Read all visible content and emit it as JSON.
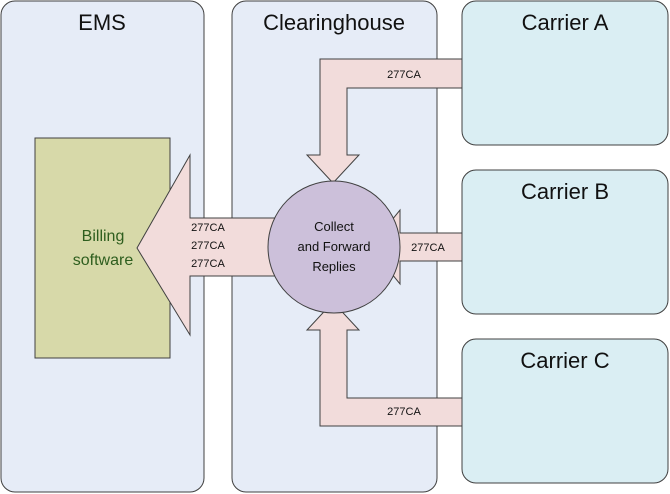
{
  "columns": {
    "ems": {
      "title": "EMS"
    },
    "clearinghouse": {
      "title": "Clearinghouse"
    }
  },
  "carriers": [
    {
      "title": "Carrier A"
    },
    {
      "title": "Carrier B"
    },
    {
      "title": "Carrier C"
    }
  ],
  "billing": {
    "line1": "Billing",
    "line2": "software"
  },
  "hub": {
    "line1": "Collect",
    "line2": "and Forward",
    "line3": "Replies"
  },
  "arrows": {
    "from_carrier_a": "277CA",
    "from_carrier_b": "277CA",
    "from_carrier_c": "277CA",
    "to_billing": [
      "277CA",
      "277CA",
      "277CA"
    ]
  },
  "colors": {
    "column_fill": "#e6ecf7",
    "carrier_fill": "#daeef3",
    "billing_fill": "#d7d9a9",
    "hub_fill": "#ccc0da",
    "arrow_fill": "#f2dcdb",
    "billing_text": "#2e5e1e"
  }
}
